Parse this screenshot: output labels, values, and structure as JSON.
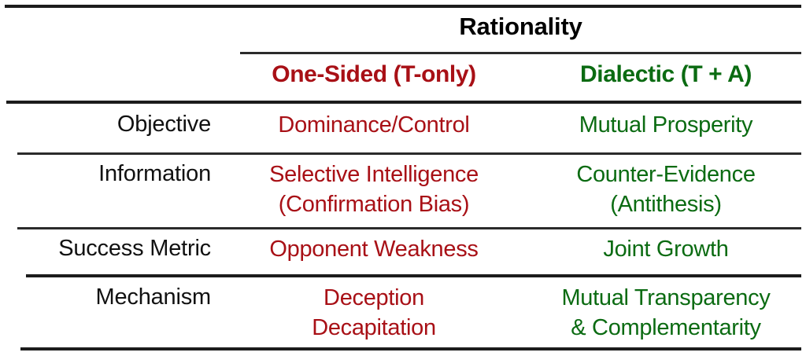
{
  "table": {
    "span_header": "Rationality",
    "columns": [
      {
        "key": "attribute",
        "label": "",
        "color": "#111111"
      },
      {
        "key": "one_sided",
        "label": "One-Sided (T-only)",
        "color": "#A81016"
      },
      {
        "key": "dialectic",
        "label": "Dialectic (T + A)",
        "color": "#0B6B12"
      }
    ],
    "rows": [
      {
        "label": "Objective",
        "one_sided": [
          "Dominance/Control"
        ],
        "dialectic": [
          "Mutual Prosperity"
        ]
      },
      {
        "label": "Information",
        "one_sided": [
          "Selective Intelligence",
          "(Confirmation Bias)"
        ],
        "dialectic": [
          "Counter-Evidence",
          "(Antithesis)"
        ]
      },
      {
        "label": "Success Metric",
        "one_sided": [
          "Opponent Weakness"
        ],
        "dialectic": [
          "Joint Growth"
        ]
      },
      {
        "label": "Mechanism",
        "one_sided": [
          "Deception",
          "Decapitation"
        ],
        "dialectic": [
          "Mutual Transparency",
          "& Complementarity"
        ]
      }
    ]
  }
}
